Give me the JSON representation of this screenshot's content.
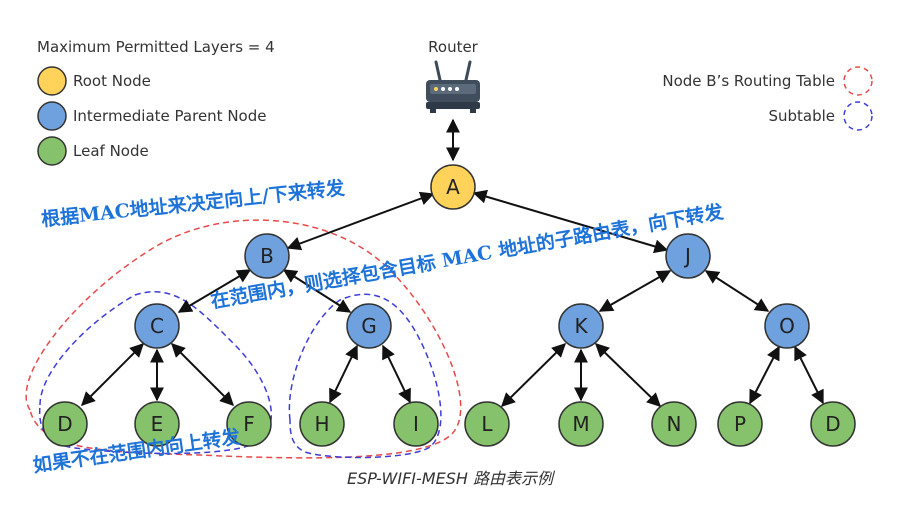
{
  "legend": {
    "max_layers": "Maximum Permitted Layers = 4",
    "root": "Root Node",
    "intermediate": "Intermediate Parent Node",
    "leaf": "Leaf Node",
    "routing_table": "Node B’s Routing Table",
    "subtable": "Subtable"
  },
  "colors": {
    "root": "#ffd35a",
    "intermediate": "#6ea1dd",
    "leaf": "#86c26b",
    "routing_table_outline": "#e84a4a",
    "subtable_outline": "#3d3dd8",
    "annotation": "#1e73d8"
  },
  "router_label": "Router",
  "nodes": {
    "A": "A",
    "B": "B",
    "J": "J",
    "C": "C",
    "G": "G",
    "K": "K",
    "O": "O",
    "D1": "D",
    "E": "E",
    "F": "F",
    "H": "H",
    "I": "I",
    "L": "L",
    "M": "M",
    "N": "N",
    "P": "P",
    "D2": "D"
  },
  "annotations": {
    "forward_by_mac": "根据MAC地址来决定向上/下来转发",
    "in_range": "在范围内，则选择包含目标 MAC 地址的子路由表，向下转发",
    "not_in_range": "如果不在范围内向上转发"
  },
  "caption": "ESP-WIFI-MESH 路由表示例"
}
